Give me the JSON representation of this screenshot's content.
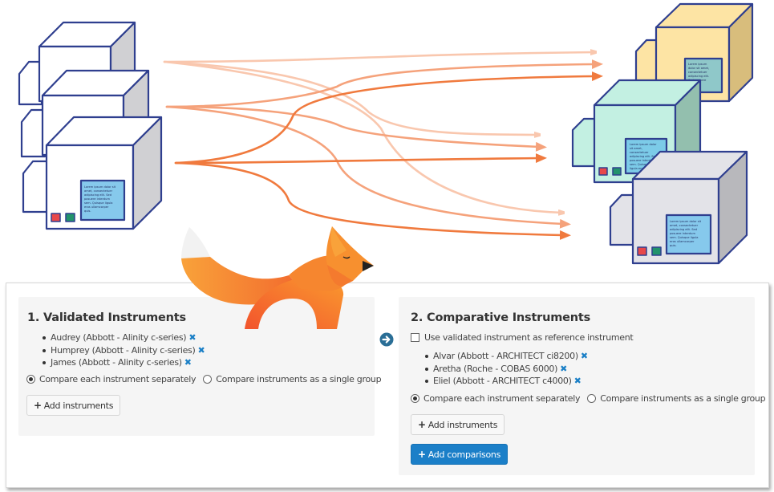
{
  "illustration": {
    "description_icons": [
      "instrument-cluster-left",
      "flow-arrows",
      "fox-mascot",
      "instrument-cluster-right"
    ],
    "screen_text": "Lorem ipsum dolor sit amet, consectetuer adipiscing elit. Sed posuere interdum sem. Quisque ligula eros ullamcorper quis."
  },
  "validated": {
    "title": "1. Validated Instruments",
    "instruments": [
      {
        "label": "Audrey (Abbott - Alinity c-series)"
      },
      {
        "label": "Humprey (Abbott - Alinity c-series)"
      },
      {
        "label": "James (Abbott - Alinity c-series)"
      }
    ],
    "remove_glyph": "✖",
    "radio_separately": "Compare each instrument separately",
    "radio_group": "Compare instruments as a single group",
    "selected_mode": "separately",
    "add_button": "Add instruments"
  },
  "comparative": {
    "title": "2. Comparative Instruments",
    "use_reference_label": "Use validated instrument as reference instrument",
    "use_reference_checked": false,
    "instruments": [
      {
        "label": "Alvar (Abbott - ARCHITECT ci8200)"
      },
      {
        "label": "Aretha (Roche - COBAS 6000)"
      },
      {
        "label": "Eliel (Abbott - ARCHITECT c4000)"
      }
    ],
    "remove_glyph": "✖",
    "radio_separately": "Compare each instrument separately",
    "radio_group": "Compare instruments as a single group",
    "selected_mode": "separately",
    "add_button": "Add instruments",
    "add_comparisons_button": "Add comparisons"
  },
  "colors": {
    "accent_blue": "#1b7fc8",
    "arrow_orange": "#f07a3e",
    "cube_outline": "#2f3f8f",
    "cube_yellow": "#fde4a4",
    "cube_mint": "#c3f0e2",
    "cube_gray": "#e3e3e8",
    "screen_blue": "#86c9ec"
  }
}
